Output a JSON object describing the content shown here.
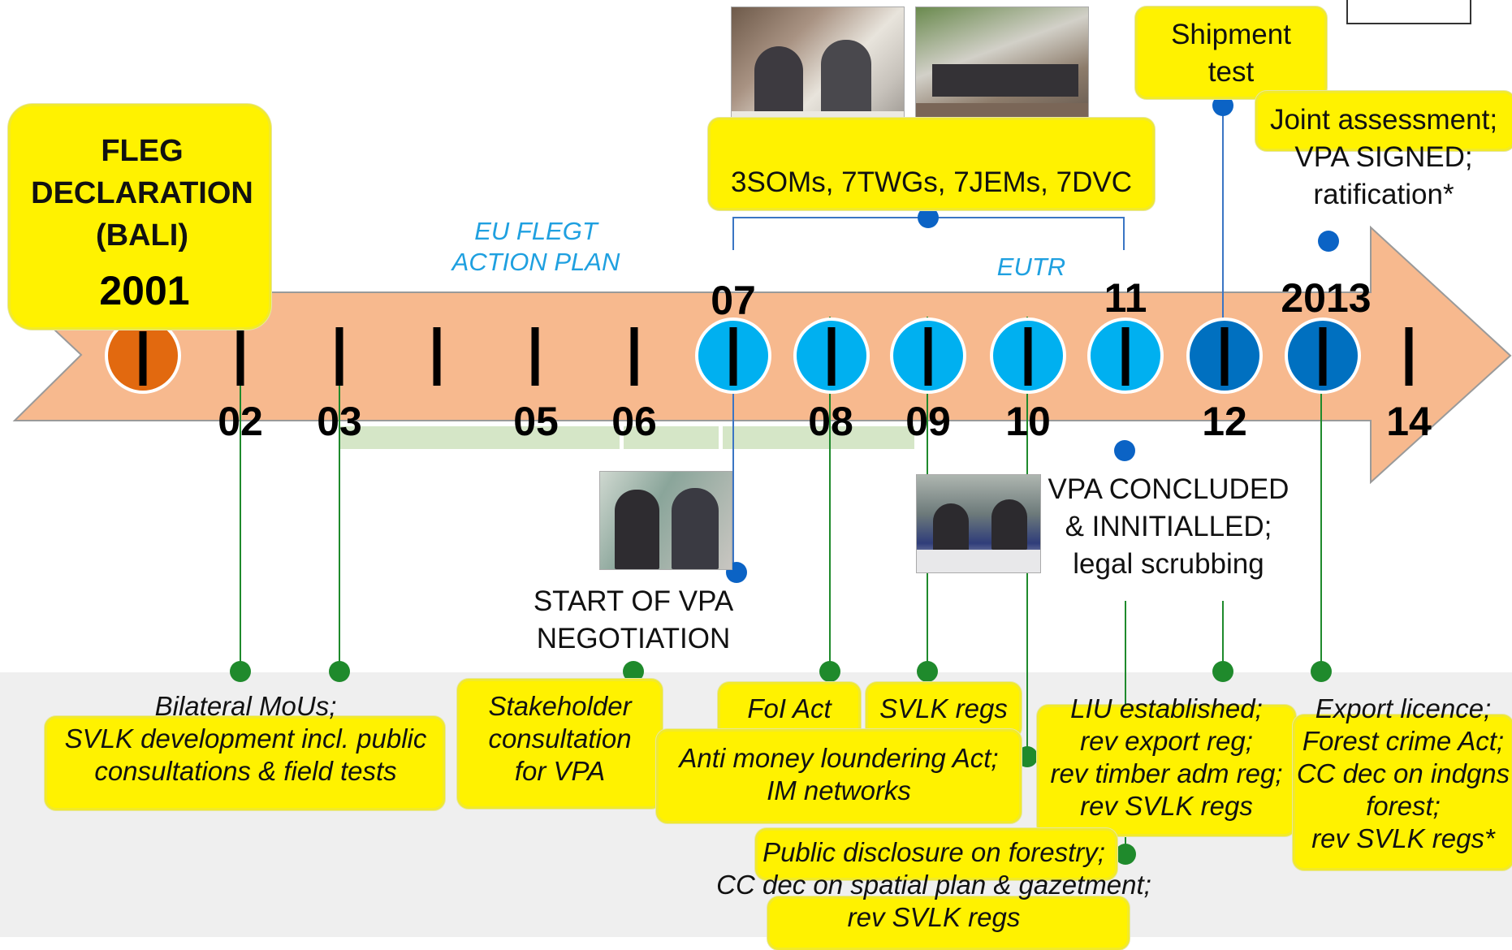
{
  "declaration": {
    "line1": "FLEG",
    "line2": "DECLARATION",
    "line3": "(BALI)",
    "year": "2001"
  },
  "top_years": {
    "y07": "07",
    "y11": "11",
    "y2013": "2013"
  },
  "bottom_years": {
    "y02": "02",
    "y03": "03",
    "y05": "05",
    "y06": "06",
    "y08": "08",
    "y09": "09",
    "y10": "10",
    "y12": "12",
    "y14": "14"
  },
  "eu_flegt": {
    "line1": "EU FLEGT",
    "line2": "ACTION PLAN"
  },
  "eutr": "EUTR",
  "negotiation_bodies": "3SOMs, 7TWGs, 7JEMs, 7DVC",
  "shipment_test": {
    "line1": "Shipment",
    "line2": "test"
  },
  "vpa_signed": {
    "line1": "Joint assessment;",
    "line2": "VPA SIGNED;",
    "line3": "ratification*"
  },
  "vpa_concluded": {
    "line1": "VPA CONCLUDED",
    "line2": "& INNITIALLED;",
    "line3": "legal scrubbing"
  },
  "start_vpa": {
    "line1": "START OF VPA",
    "line2": "NEGOTIATION"
  },
  "events": {
    "mous": {
      "line1": "Bilateral MoUs;",
      "line2": "SVLK development incl.  public",
      "line3": "consultations & field tests"
    },
    "stakeholder": {
      "line1": "Stakeholder",
      "line2": "consultation",
      "line3": "for VPA"
    },
    "foi": "FoI Act",
    "svlk_regs": "SVLK regs",
    "anti_money": {
      "line1": "Anti money loundering Act;",
      "line2": "IM networks"
    },
    "liu": {
      "line1": "LIU established;",
      "line2": "rev export reg;",
      "line3": "rev timber adm reg;",
      "line4": "rev SVLK regs"
    },
    "export_licence": {
      "line1": "Export licence;",
      "line2": "Forest crime Act;",
      "line3": "CC dec on indgns",
      "line4": "forest;",
      "line5": "rev SVLK regs*"
    },
    "public_disclosure": {
      "line1": "Public disclosure on forestry;",
      "line2": "CC dec on spatial plan & gazetment;",
      "line3": "rev SVLK regs"
    }
  },
  "colors": {
    "arrow_fill": "#f7b98e",
    "highlight": "#fff200",
    "circle_orange": "#e2690f",
    "circle_light_blue": "#00b0f0",
    "circle_dark_blue": "#0070c0",
    "dot_blue": "#0b63c5",
    "dot_green": "#1f8a2c",
    "eu_label": "#1fa0e0",
    "band_green": "#d5e6c7"
  },
  "photos": [
    "photo-signing-handshake",
    "photo-meeting-table",
    "photo-two-officials",
    "photo-signing-ceremony"
  ]
}
